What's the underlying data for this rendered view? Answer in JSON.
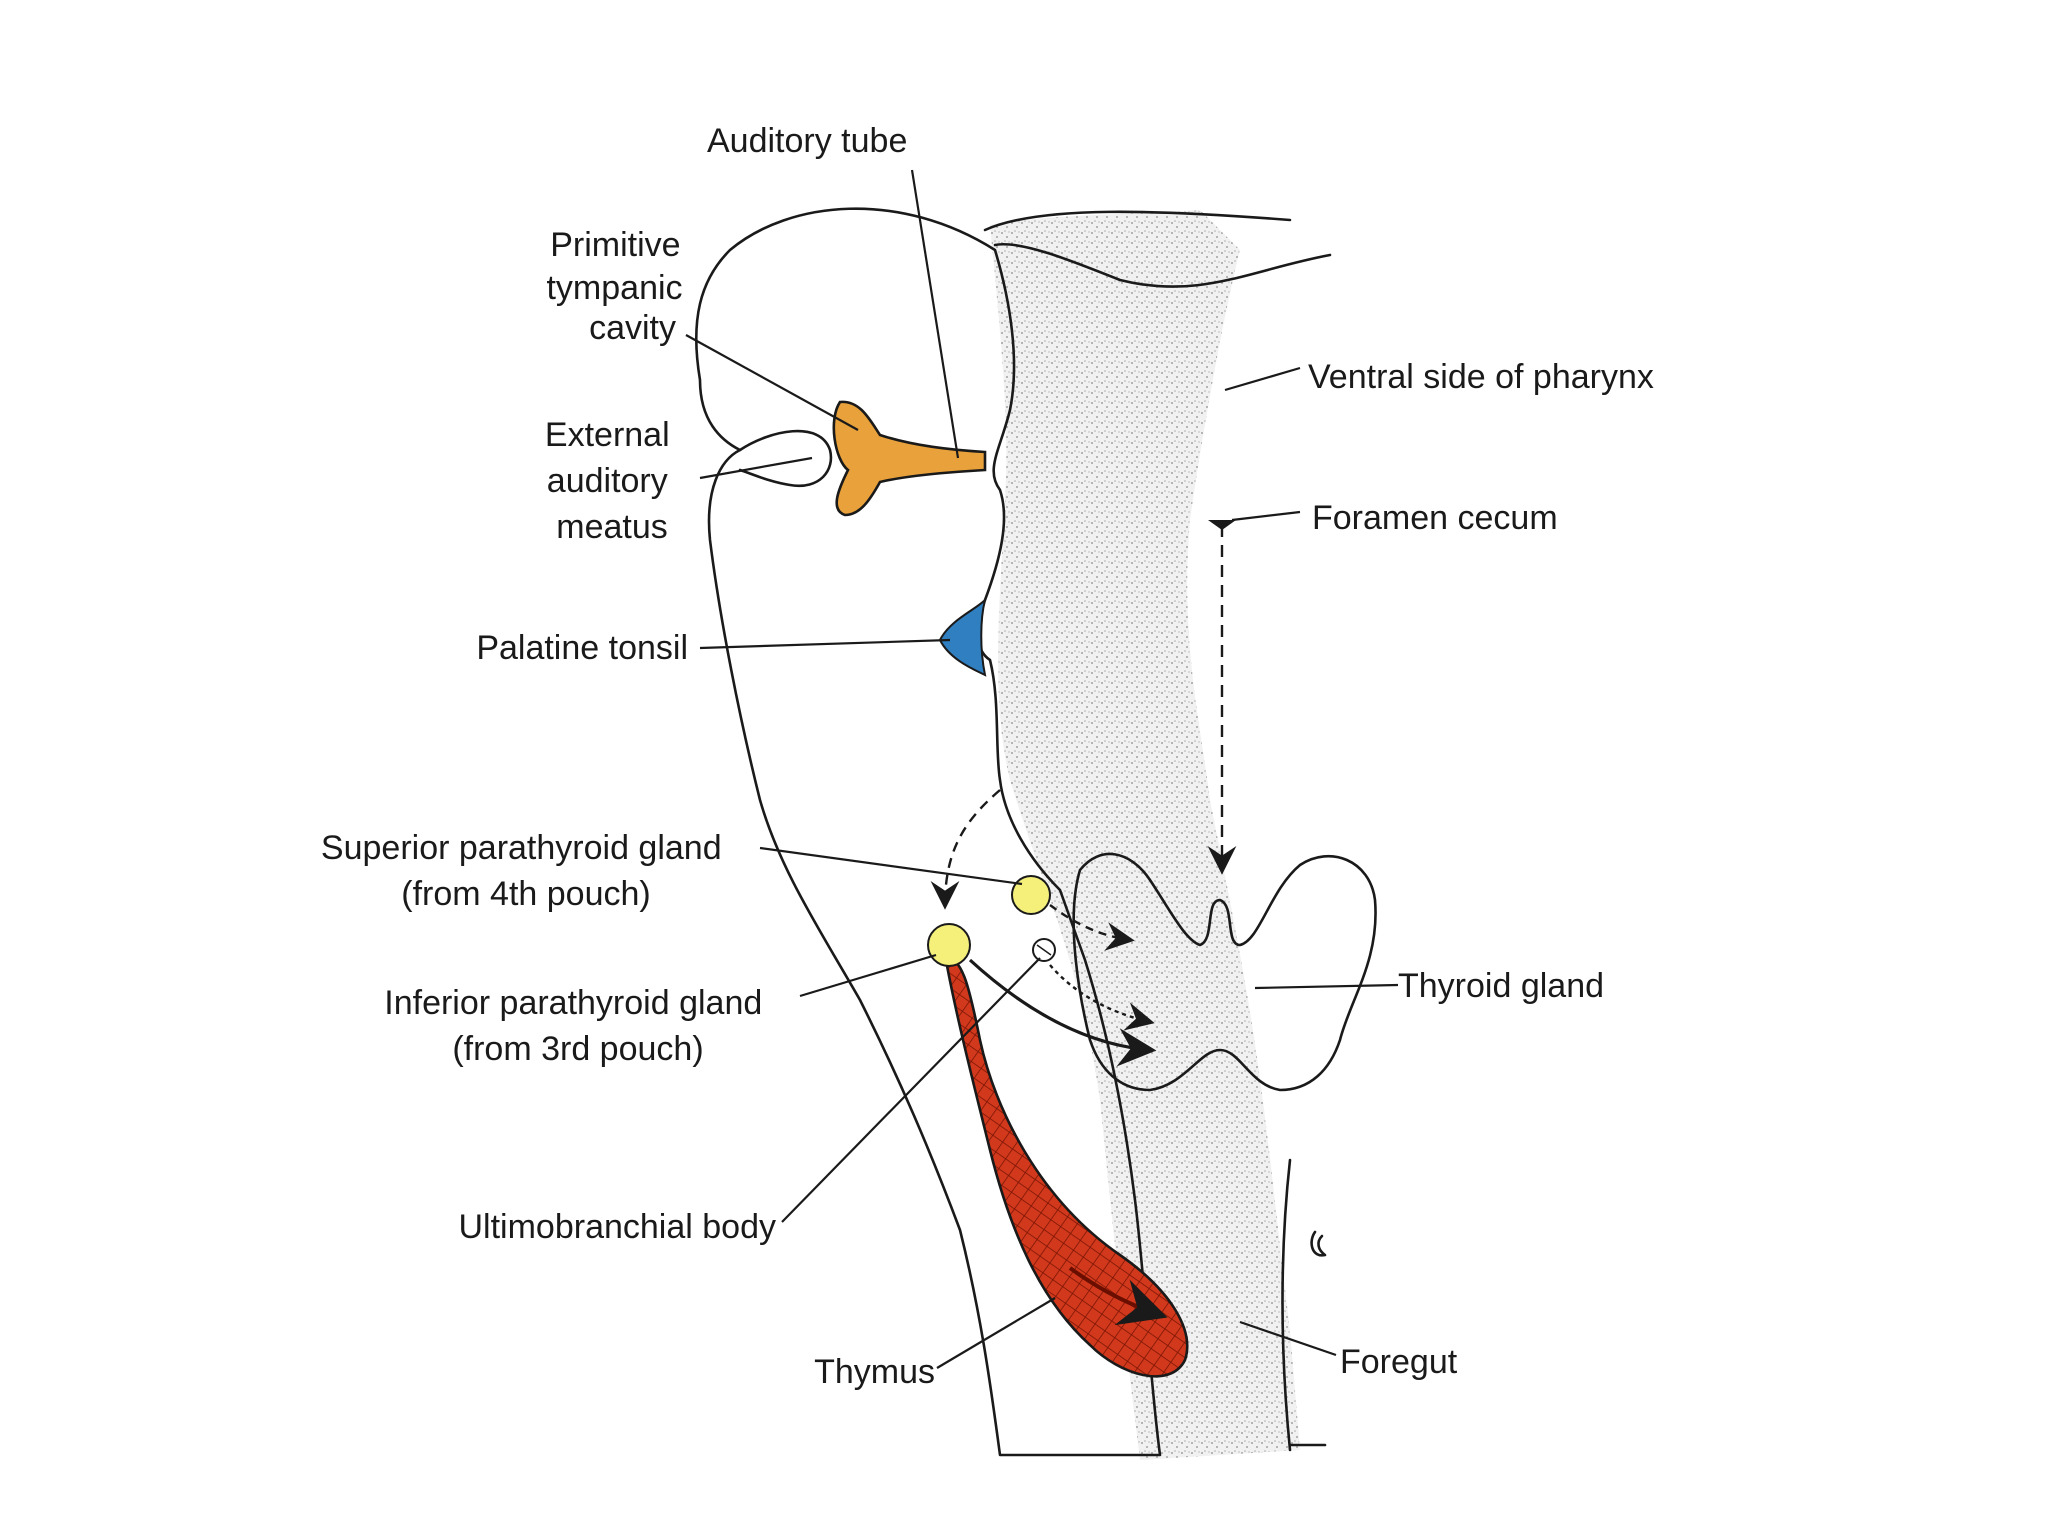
{
  "labels": {
    "auditory_tube": "Auditory tube",
    "primitive_tympanic_cavity": [
      "Primitive",
      "tympanic",
      "cavity"
    ],
    "external_auditory_meatus": [
      "External",
      "auditory",
      "meatus"
    ],
    "palatine_tonsil": "Palatine tonsil",
    "superior_parathyroid": [
      "Superior parathyroid gland",
      "(from 4th pouch)"
    ],
    "inferior_parathyroid": [
      "Inferior parathyroid gland",
      "(from 3rd pouch)"
    ],
    "ultimobranchial_body": "Ultimobranchial body",
    "thymus": "Thymus",
    "ventral_side_of_pharynx": "Ventral side of pharynx",
    "foramen_cecum": "Foramen cecum",
    "thyroid_gland": "Thyroid gland",
    "foregut": "Foregut"
  },
  "colors": {
    "tympanic_cavity": "#e9a23b",
    "palatine_tonsil": "#2f7fc1",
    "parathyroid": "#f4f07a",
    "thymus": "#d2391c",
    "outline": "#1a1a1a",
    "tissue": "#f4f4f4"
  }
}
